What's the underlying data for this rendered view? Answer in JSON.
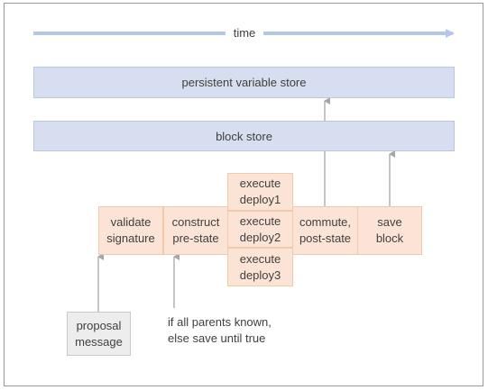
{
  "timeline": {
    "label": "time"
  },
  "stores": {
    "persistent": "persistent variable store",
    "block": "block store"
  },
  "steps": {
    "validate": [
      "validate",
      "signature"
    ],
    "construct": [
      "construct",
      "pre-state"
    ],
    "deploy1": [
      "execute",
      "deploy1"
    ],
    "deploy2": [
      "execute",
      "deploy2"
    ],
    "deploy3": [
      "execute",
      "deploy3"
    ],
    "commute": [
      "commute,",
      "post-state"
    ],
    "save": [
      "save",
      "block"
    ]
  },
  "proposal": [
    "proposal",
    "message"
  ],
  "note": [
    "if all parents known,",
    "else save until true"
  ],
  "colors": {
    "store_fill": "#d6deef",
    "step_fill": "#fbe4d5",
    "proposal_fill": "#ededed",
    "arrow": "#a6a6a6",
    "time_arrow": "#b4c7e7"
  }
}
